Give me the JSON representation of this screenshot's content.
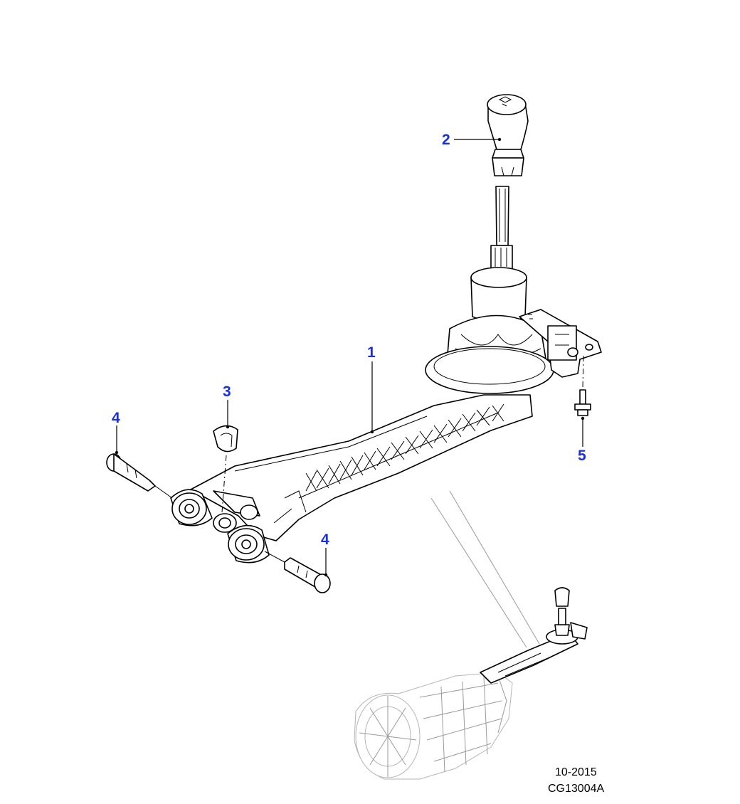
{
  "callouts": [
    {
      "id": "1",
      "label": "1"
    },
    {
      "id": "2",
      "label": "2"
    },
    {
      "id": "3",
      "label": "3"
    },
    {
      "id": "4a",
      "label": "4"
    },
    {
      "id": "4b",
      "label": "4"
    },
    {
      "id": "5",
      "label": "5"
    }
  ],
  "footer": {
    "date": "10-2015",
    "code": "CG13004A"
  },
  "colors": {
    "callout": "#1a2fe0",
    "line": "#000000"
  }
}
